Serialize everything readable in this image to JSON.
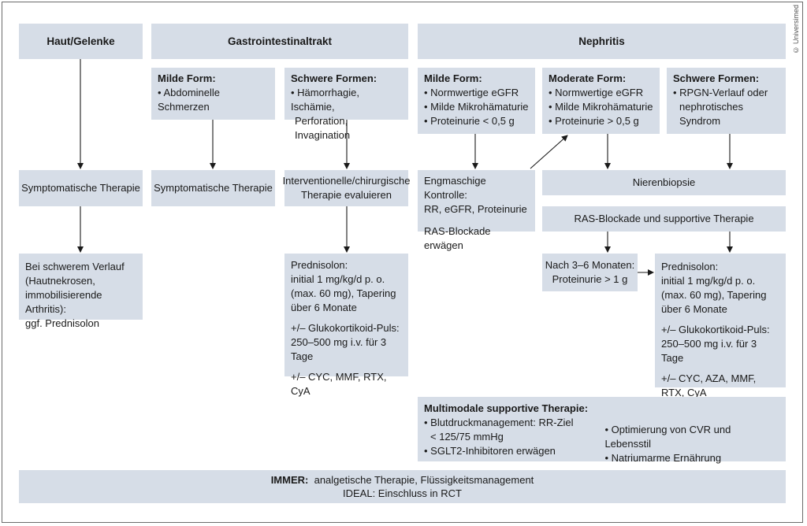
{
  "copyright": "© Universimed",
  "headers": {
    "haut": "Haut/Gelenke",
    "gi": "Gastrointestinaltrakt",
    "nephritis": "Nephritis"
  },
  "haut": {
    "therapy": "Symptomatische Therapie",
    "severe": [
      "Bei schwerem Verlauf",
      "(Hautnekrosen,",
      "immobilisierende Arthritis):",
      "ggf. Prednisolon"
    ]
  },
  "gi": {
    "mild_title": "Milde Form:",
    "mild_items": [
      "Abdominelle Schmerzen"
    ],
    "severe_title": "Schwere Formen:",
    "severe_items": [
      "Hämorrhagie, Ischämie,"
    ],
    "severe_cont": "Perforation, Invagination",
    "mild_therapy": "Symptomatische Therapie",
    "severe_therapy": [
      "Interventionelle/chirurgische",
      "Therapie evaluieren"
    ],
    "prednisolon": [
      "Prednisolon:",
      "initial 1 mg/kg/d p. o.",
      "(max. 60 mg), Tapering",
      "über 6 Monate"
    ],
    "puls": [
      "+/– Glukokortikoid-Puls:",
      "250–500 mg i.v. für 3 Tage"
    ],
    "immuno": "+/– CYC, MMF, RTX, CyA"
  },
  "neph": {
    "mild_title": "Milde Form:",
    "mild_items": [
      "Normwertige eGFR",
      "Milde Mikrohämaturie",
      "Proteinurie < 0,5 g"
    ],
    "moderate_title": "Moderate Form:",
    "moderate_items": [
      "Normwertige eGFR",
      "Milde Mikrohämaturie",
      "Proteinurie > 0,5 g"
    ],
    "severe_title": "Schwere Formen:",
    "severe_items": [
      "RPGN-Verlauf oder"
    ],
    "severe_cont": "nephrotisches Syndrom",
    "control": [
      "Engmaschige Kontrolle:",
      "RR, eGFR, Proteinurie"
    ],
    "ras_consider": "RAS-Blockade erwägen",
    "biopsy": "Nierenbiopsie",
    "ras_supportive": "RAS-Blockade und supportive Therapie",
    "after_months": [
      "Nach 3–6 Monaten:",
      "Proteinurie > 1 g"
    ],
    "prednisolon": [
      "Prednisolon:",
      "initial 1 mg/kg/d p. o.",
      "(max. 60 mg), Tapering",
      "über 6 Monate"
    ],
    "puls": [
      "+/– Glukokortikoid-Puls:",
      "250–500 mg i.v. für 3 Tage"
    ],
    "immuno": "+/– CYC, AZA, MMF, RTX, CyA"
  },
  "multimodal": {
    "title": "Multimodale supportive Therapie:",
    "left_items": [
      "Blutdruckmanagement: RR-Ziel",
      "SGLT2-Inhibitoren erwägen"
    ],
    "left_cont": "< 125/75 mmHg",
    "right_items": [
      "Optimierung von CVR und Lebensstil",
      "Natriumarme Ernährung"
    ]
  },
  "footer": {
    "immer_label": "IMMER:",
    "immer_text": "analgetische Therapie, Flüssigkeitsmanagement",
    "ideal": "IDEAL: Einschluss in RCT"
  }
}
